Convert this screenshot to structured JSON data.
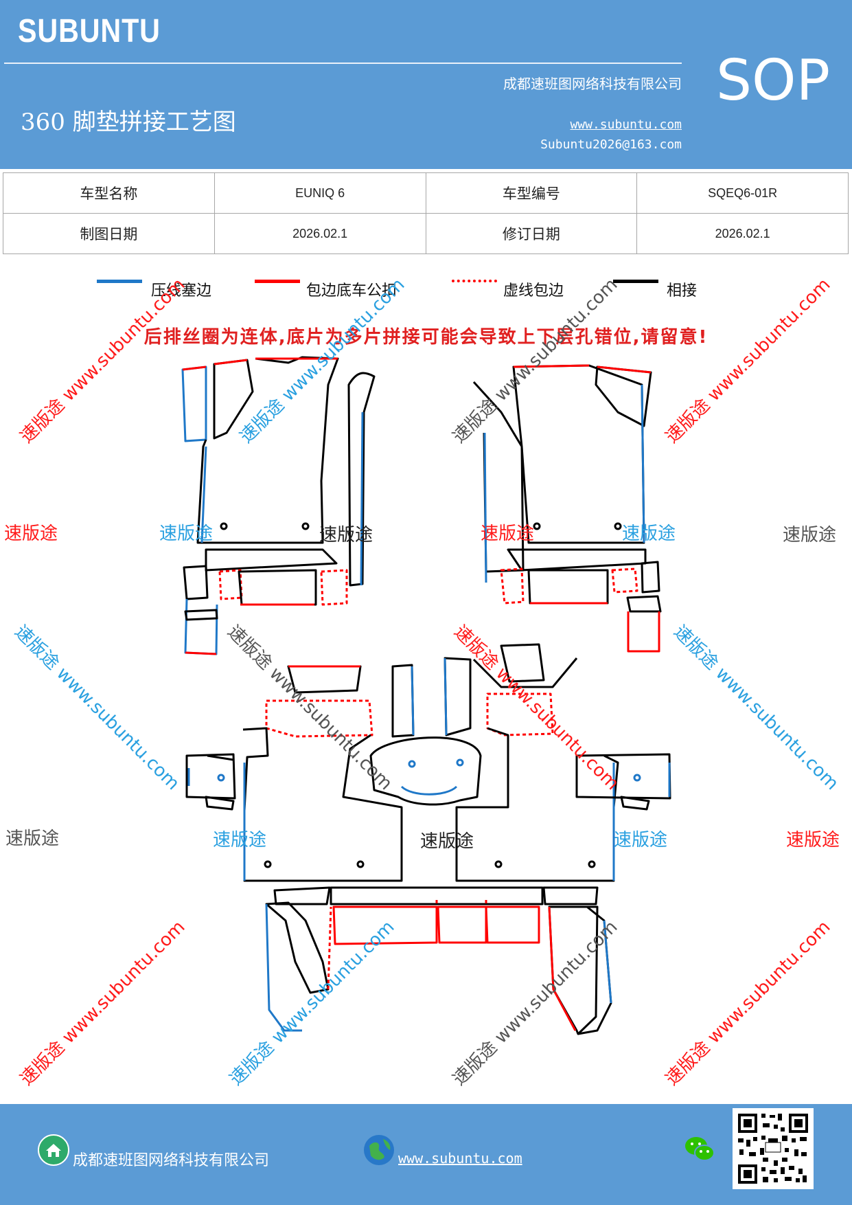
{
  "header": {
    "brand": "SUBUNTU",
    "company": "成都速班图网络科技有限公司",
    "title": "360 脚垫拼接工艺图",
    "website": "www.subuntu.com",
    "email": "Subuntu2026@163.com",
    "badge": "SOP"
  },
  "info_table": {
    "model_name_label": "车型名称",
    "model_name": "EUNIQ 6",
    "model_code_label": "车型编号",
    "model_code": "SQEQ6-01R",
    "draw_date_label": "制图日期",
    "draw_date": "2026.02.1",
    "revise_date_label": "修订日期",
    "revise_date": "2026.02.1"
  },
  "legend": [
    {
      "label": "压线塞边",
      "color": "#1f78c8",
      "style": "solid"
    },
    {
      "label": "包边底车公扣",
      "color": "#ff0000",
      "style": "solid"
    },
    {
      "label": "虚线包边",
      "color": "#ff0000",
      "style": "dotted"
    },
    {
      "label": "相接",
      "color": "#000000",
      "style": "solid"
    }
  ],
  "warning": "后排丝圈为连体,底片为多片拼接可能会导致上下层孔错位,请留意!",
  "watermarks": {
    "short": "速版途",
    "long": "速版途 www.subuntu.com"
  },
  "footer": {
    "company": "成都速班图网络科技有限公司",
    "website": "www.subuntu.com "
  },
  "colors": {
    "header_bg": "#5b9bd5",
    "blue_line": "#1f78c8",
    "red_line": "#ff0000",
    "wm_red": "#ff1a1a",
    "wm_blue": "#2aa0e0",
    "wm_gray": "#555555"
  },
  "icons": [
    "house-icon",
    "globe-icon",
    "wechat-icon",
    "qr-code"
  ]
}
